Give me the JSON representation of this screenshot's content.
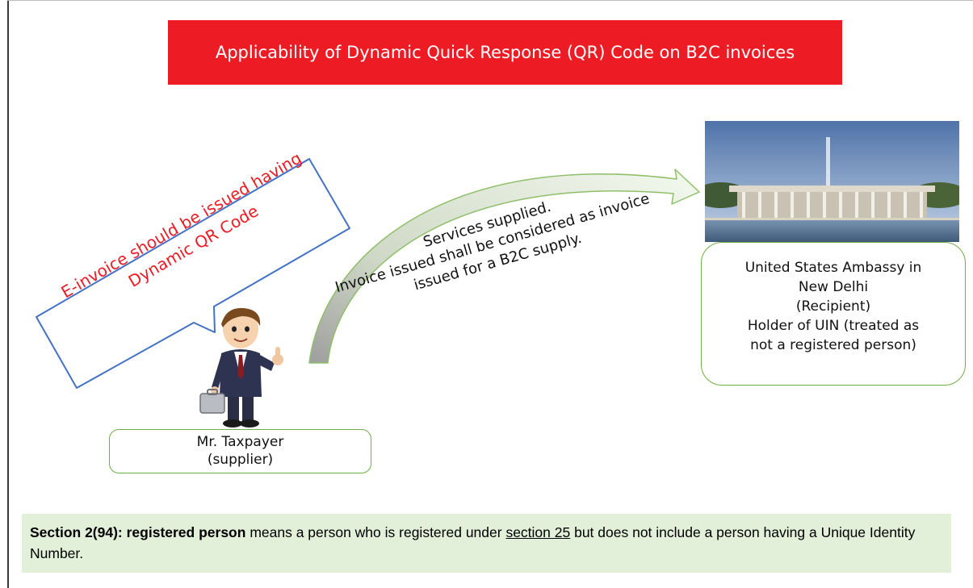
{
  "title": "Applicability of Dynamic Quick Response (QR) Code on B2C invoices",
  "callout": {
    "line1": "E-invoice should be issued having",
    "line2": "Dynamic QR Code"
  },
  "arrow_label": {
    "line1": "Services supplied.",
    "line2": "Invoice issued shall be considered as invoice",
    "line3": "issued for a B2C supply."
  },
  "supplier": {
    "line1": "Mr. Taxpayer",
    "line2": "(supplier)"
  },
  "recipient": {
    "line1": "United States Ambassy in",
    "line2": "New Delhi",
    "line3": "(Recipient)",
    "line4": "Holder of UIN (treated as",
    "line5": "not a registered person)"
  },
  "definition": {
    "term_ref": "Section 2(94): registered person",
    "text_1": " means a person who is registered under ",
    "link": "section 25",
    "text_2": " but does not include a person having a Unique Identity Number."
  },
  "colors": {
    "banner": "#ed1c24",
    "callout_text": "#ed1c24",
    "box_border": "#70ad47",
    "definition_bg": "#e2efd9",
    "arrow_fill_gray": "#a6a6a6",
    "arrow_fill_light": "#eaf4e1"
  },
  "icons": {
    "person": "businessman-thumbs-up-icon",
    "building": "embassy-building-photo"
  }
}
